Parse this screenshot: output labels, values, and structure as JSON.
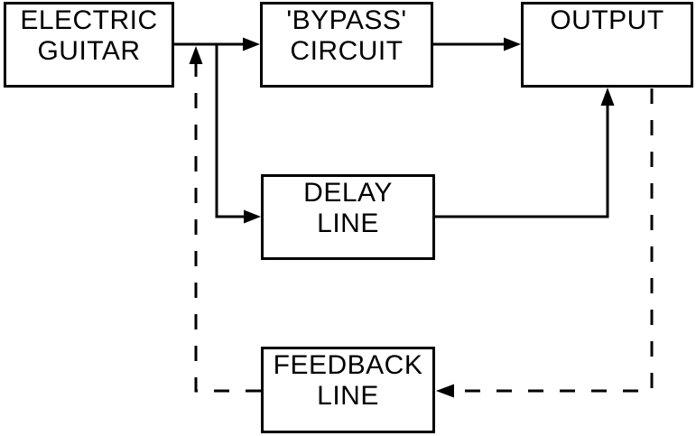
{
  "colors": {
    "line": "#000000",
    "text": "#000000",
    "background": "#ffffff"
  },
  "nodes": {
    "electric_guitar": {
      "line1": "ELECTRIC",
      "line2": "GUITAR"
    },
    "bypass_circuit": {
      "line1": "'BYPASS'",
      "line2": "CIRCUIT"
    },
    "output": {
      "line1": "OUTPUT"
    },
    "delay_line": {
      "line1": "DELAY",
      "line2": "LINE"
    },
    "feedback_line": {
      "line1": "FEEDBACK",
      "line2": "LINE"
    }
  },
  "edges": [
    {
      "from": "electric_guitar",
      "to": "bypass_circuit",
      "style": "solid"
    },
    {
      "from": "electric_guitar",
      "to": "delay_line",
      "style": "solid"
    },
    {
      "from": "bypass_circuit",
      "to": "output",
      "style": "solid"
    },
    {
      "from": "delay_line",
      "to": "output",
      "style": "solid"
    },
    {
      "from": "output",
      "to": "feedback_line",
      "style": "dashed"
    },
    {
      "from": "feedback_line",
      "to": "signal_path_junction",
      "style": "dashed"
    }
  ]
}
